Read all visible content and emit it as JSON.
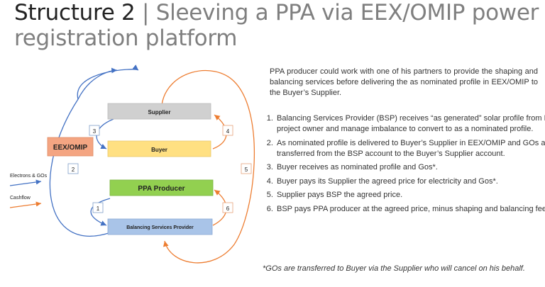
{
  "title": {
    "main": "Structure 2",
    "separator": " | ",
    "rest_line1": "Sleeving a PPA via EEX/OMIP power",
    "rest_line2": "registration platform"
  },
  "diagram": {
    "boxes": {
      "supplier": "Supplier",
      "buyer": "Buyer",
      "eex": "EEX/OMIP",
      "ppa_producer": "PPA Producer",
      "bsp": "Balancing Services Provider"
    },
    "flow_numbers": [
      "1",
      "2",
      "3",
      "4",
      "5",
      "6"
    ],
    "legend": {
      "electrons": "Electrons & GOs",
      "cashflow": "Cashflow"
    },
    "colors": {
      "electron_flow": "#4472c4",
      "cash_flow": "#ed7d31",
      "supplier_box": "#d0d0d0",
      "buyer_box": "#ffe082",
      "eex_box": "#f4a582",
      "ppa_box": "#92d050",
      "bsp_box": "#a9c4e8"
    }
  },
  "text": {
    "intro": "PPA producer could work with one of his partners to provide the shaping and balancing services before delivering the as nominated profile in EEX/OMIP to the Buyer’s Supplier.",
    "steps": [
      "Balancing Services Provider (BSP) receives “as generated” solar profile from PPA project owner and manage imbalance to convert to as a nominated profile.",
      "As nominated profile is delivered to Buyer’s Supplier in EEX/OMIP and GOs are transferred from the BSP account to the Buyer’s Supplier account.",
      "Buyer receives as nominated profile and Gos*.",
      "Buyer pays its Supplier the agreed price for electricity and Gos*.",
      "Supplier pays BSP the agreed price.",
      "BSP pays PPA producer at the agreed price, minus shaping and balancing fee"
    ],
    "footnote": "*GOs are transferred to Buyer via the Supplier who will cancel on his behalf."
  }
}
